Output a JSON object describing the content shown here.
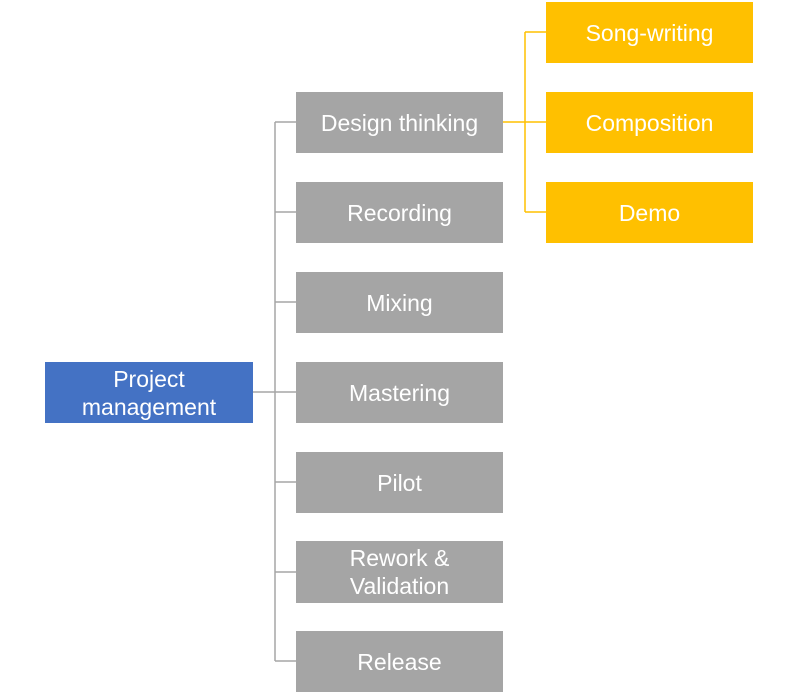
{
  "root": {
    "label": "Project\nmanagement",
    "color": "#4472C4"
  },
  "phases": [
    {
      "label": "Design thinking"
    },
    {
      "label": "Recording"
    },
    {
      "label": "Mixing"
    },
    {
      "label": "Mastering"
    },
    {
      "label": "Pilot"
    },
    {
      "label": "Rework &\nValidation"
    },
    {
      "label": "Release"
    }
  ],
  "design_thinking_tasks": [
    {
      "label": "Song-writing"
    },
    {
      "label": "Composition"
    },
    {
      "label": "Demo"
    }
  ],
  "colors": {
    "root": "#4472C4",
    "phase": "#A5A5A5",
    "task": "#FFC000",
    "phase_connector": "#A5A5A5",
    "task_connector": "#FFC000"
  }
}
